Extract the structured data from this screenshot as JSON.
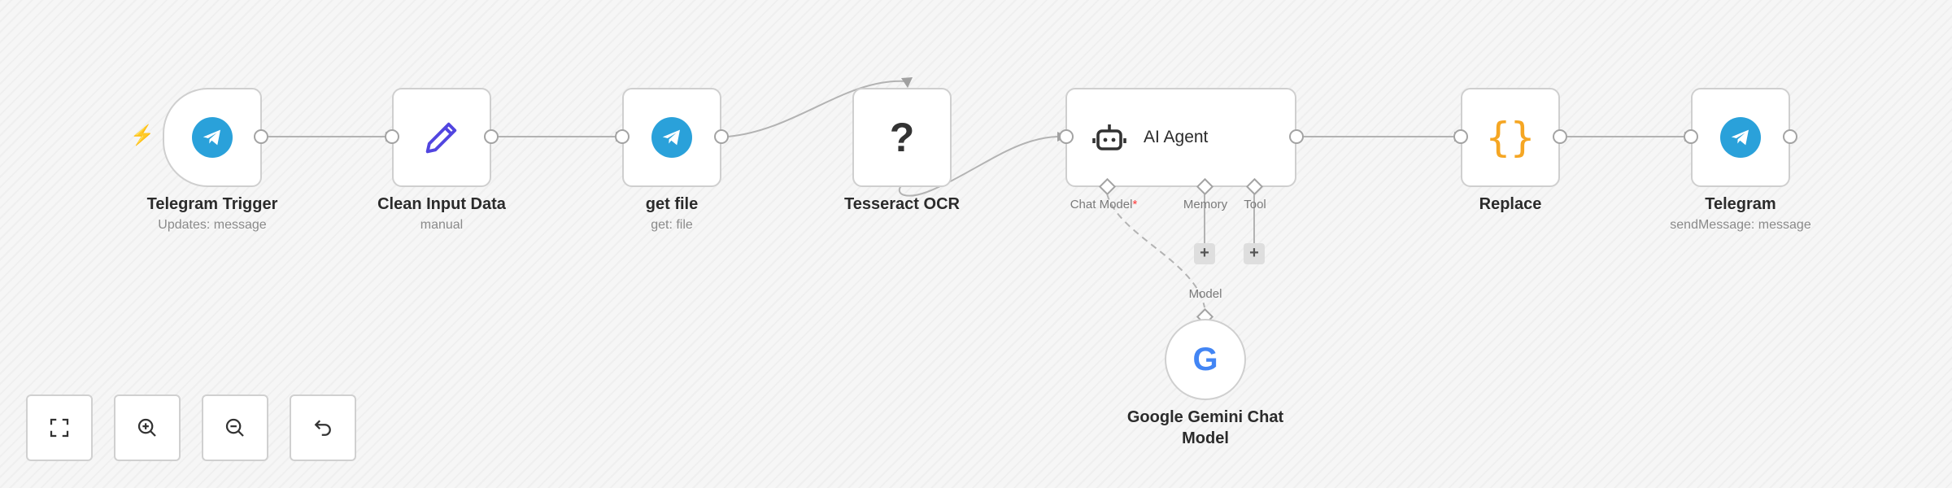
{
  "workflow": {
    "nodes": [
      {
        "id": "telegram-trigger",
        "label": "Telegram Trigger",
        "subtitle": "Updates: message",
        "icon": "telegram-icon"
      },
      {
        "id": "clean-input-data",
        "label": "Clean Input Data",
        "subtitle": "manual",
        "icon": "pencil-icon"
      },
      {
        "id": "get-file",
        "label": "get file",
        "subtitle": "get: file",
        "icon": "telegram-icon"
      },
      {
        "id": "tesseract-ocr",
        "label": "Tesseract OCR",
        "subtitle": "",
        "icon": "question-icon",
        "glyph": "?"
      },
      {
        "id": "ai-agent",
        "label": "AI Agent",
        "subtitle": "",
        "icon": "robot-icon"
      },
      {
        "id": "replace",
        "label": "Replace",
        "subtitle": "",
        "icon": "code-braces-icon",
        "glyph": "{}"
      },
      {
        "id": "telegram",
        "label": "Telegram",
        "subtitle": "sendMessage: message",
        "icon": "telegram-icon"
      },
      {
        "id": "google-gemini-chat-model",
        "label_line1": "Google Gemini Chat",
        "label_line2": "Model",
        "icon": "google-icon",
        "glyph": "G"
      }
    ],
    "agent_slots": {
      "chat_model": "Chat Model",
      "required_mark": "*",
      "memory": "Memory",
      "tool": "Tool",
      "model": "Model",
      "add_symbol": "+"
    },
    "trigger_icon": "lightning-icon"
  },
  "controls": [
    {
      "name": "fit-view-button",
      "icon": "fullscreen-icon"
    },
    {
      "name": "zoom-in-button",
      "icon": "zoom-in-icon"
    },
    {
      "name": "zoom-out-button",
      "icon": "zoom-out-icon"
    },
    {
      "name": "undo-button",
      "icon": "undo-icon"
    }
  ],
  "colors": {
    "accent": "#ff6d5a",
    "telegram": "#2aa1da",
    "pencil": "#5145e0",
    "braces": "#f5a623",
    "edge": "#a8a8a8",
    "node_border": "#cfcfcf"
  }
}
